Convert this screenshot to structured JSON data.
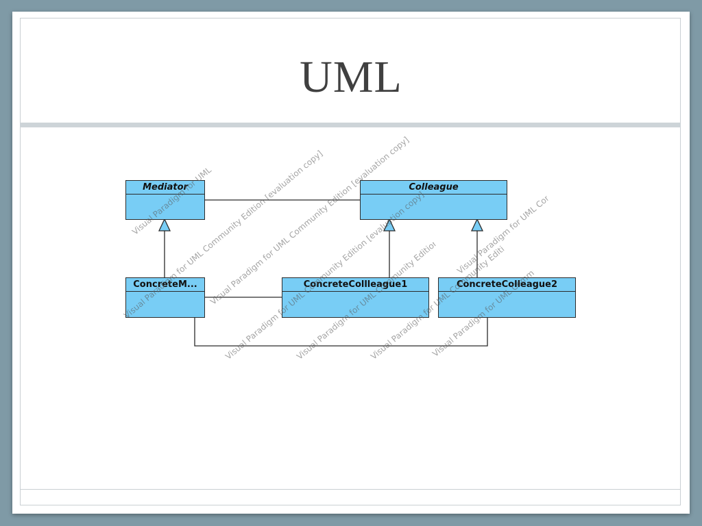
{
  "slide": {
    "title": "UML"
  },
  "diagram": {
    "classes": {
      "mediator": "Mediator",
      "colleague": "Colleague",
      "concrete_mediator": "ConcreteM...",
      "concrete_colleague_1": "ConcreteCollleague1",
      "concrete_colleague_2": "ConcreteColleague2"
    },
    "watermark": "Visual Paradigm for UML Community Edition [evaluation copy]"
  },
  "colors": {
    "class_fill": "#78cdf5",
    "border": "#2a2a2a",
    "title_text": "#404040",
    "background": "#7f9aa6"
  }
}
